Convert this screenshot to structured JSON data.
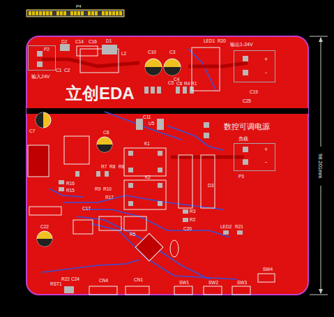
{
  "diagram": {
    "nodes": [
      {
        "text": [
          "P4"
        ]
      },
      {
        "text": [
          "P2",
          "输入24V"
        ]
      },
      {
        "text": [
          "输出1-24V",
          "+",
          "-"
        ]
      },
      {
        "text": [
          "负载",
          "+",
          "-",
          "P3"
        ]
      }
    ],
    "labels": [
      "D2",
      "C14",
      "C16",
      "D1",
      "L2",
      "C1",
      "C2",
      "C10",
      "C3",
      "C4",
      "LED1",
      "R20",
      "C5",
      "C6",
      "R4",
      "R1",
      "立创EDA",
      "C19",
      "C25",
      "C11",
      "U5",
      "C7",
      "C8",
      "数控可调电源",
      "K1",
      "R7",
      "R8",
      "R6",
      "R16",
      "R15",
      "R9",
      "R10",
      "K2",
      "D3",
      "R17",
      "C17",
      "R3",
      "R2",
      "C20",
      "LED2",
      "R21",
      "C22",
      "R5",
      "RST1",
      "R22",
      "C24",
      "CN4",
      "CN1",
      "SW1",
      "SW2",
      "SW3",
      "SW4",
      "98.201mm"
    ]
  }
}
